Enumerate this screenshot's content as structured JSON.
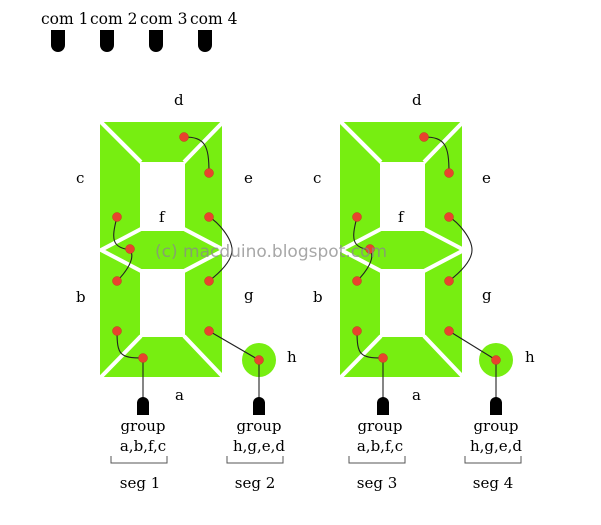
{
  "title_labels": {
    "com": [
      "com 1",
      "com 2",
      "com 3",
      "com 4"
    ]
  },
  "watermark": "(c) macduino.blogspot.com",
  "colors": {
    "segment_green": "#77EE11",
    "dot_red": "#E8432E",
    "pin_black": "#000000"
  },
  "digits": [
    {
      "segment_labels": {
        "a": "a",
        "b": "b",
        "c": "c",
        "d": "d",
        "e": "e",
        "f": "f",
        "g": "g",
        "h": "h"
      },
      "groups": [
        {
          "title": "group",
          "members": "a,b,f,c",
          "seg": "seg 1"
        },
        {
          "title": "group",
          "members": "h,g,e,d",
          "seg": "seg 2"
        }
      ]
    },
    {
      "segment_labels": {
        "a": "a",
        "b": "b",
        "c": "c",
        "d": "d",
        "e": "e",
        "f": "f",
        "g": "g",
        "h": "h"
      },
      "groups": [
        {
          "title": "group",
          "members": "a,b,f,c",
          "seg": "seg 3"
        },
        {
          "title": "group",
          "members": "h,g,e,d",
          "seg": "seg 4"
        }
      ]
    }
  ]
}
